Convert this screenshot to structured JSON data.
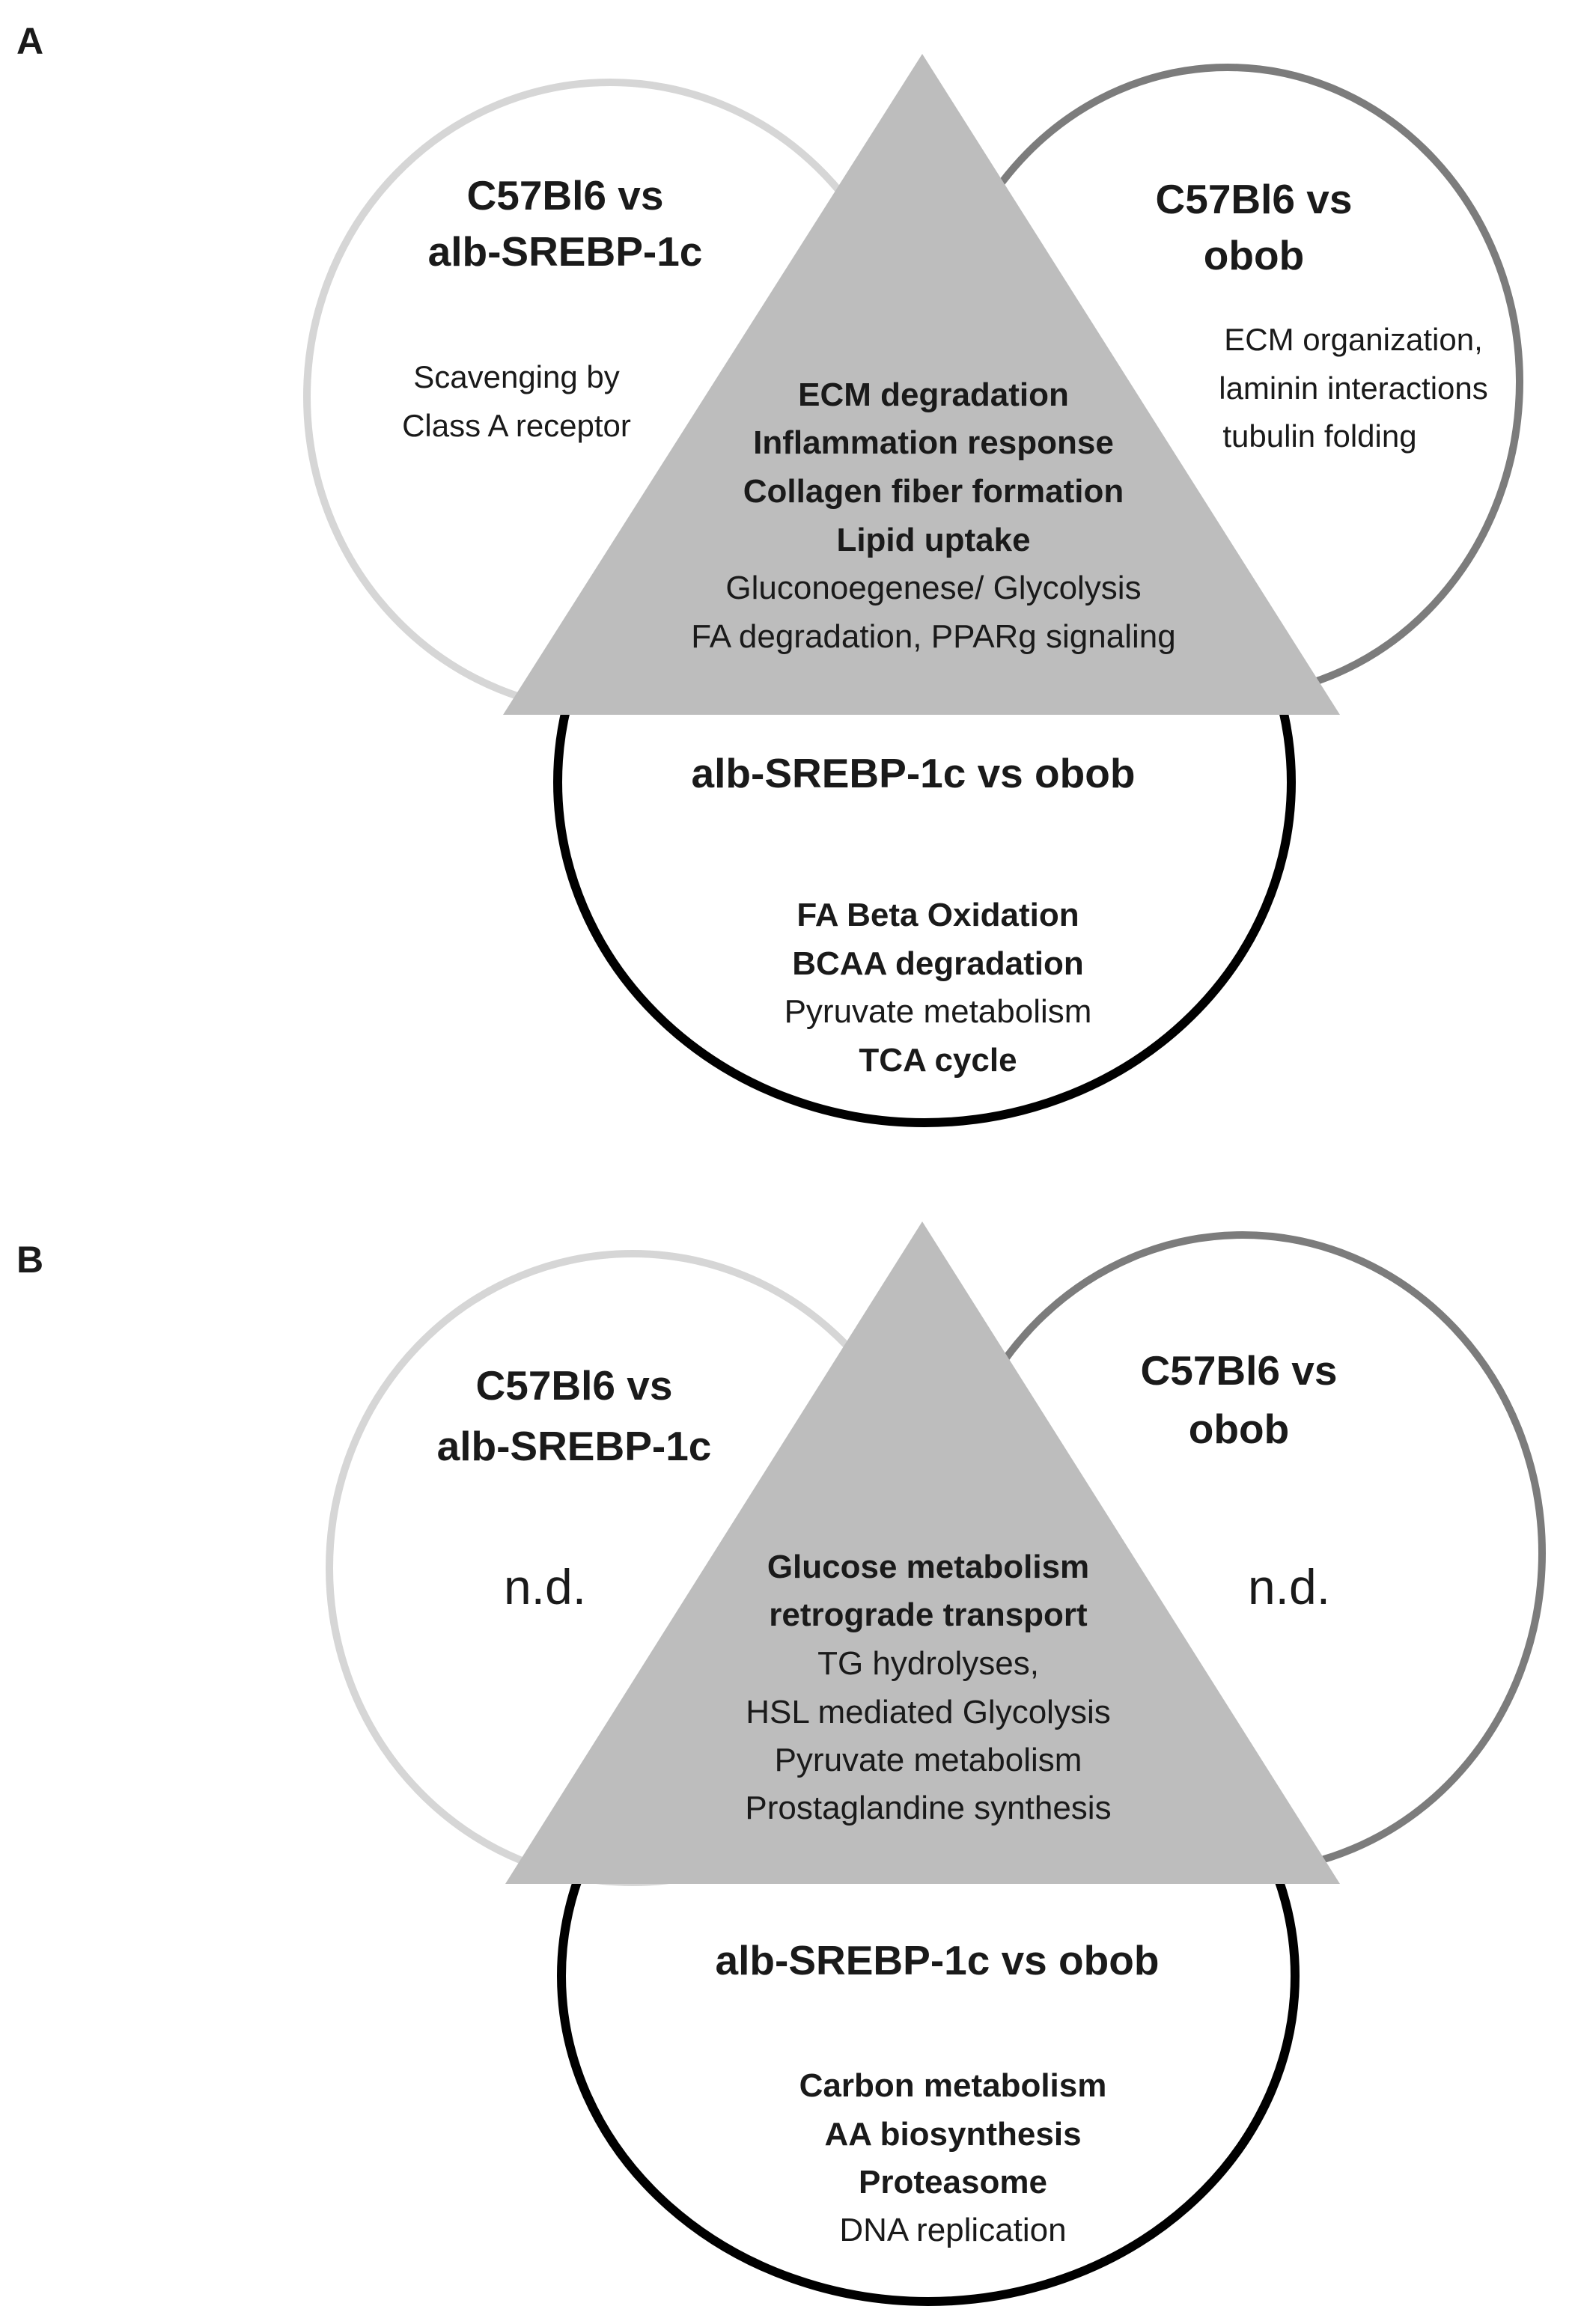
{
  "panels": [
    {
      "letter": "A",
      "left_circle": {
        "title": [
          "C57Bl6 vs",
          "alb-SREBP-1c"
        ],
        "items": [
          {
            "text": "Scavenging by",
            "bold": false
          },
          {
            "text": "Class A receptor",
            "bold": false
          }
        ]
      },
      "right_circle": {
        "title": [
          "C57Bl6 vs",
          "obob"
        ],
        "items": [
          {
            "text": "ECM organization,",
            "bold": false
          },
          {
            "text": "laminin interactions",
            "bold": false
          },
          {
            "text": "tubulin folding",
            "bold": false
          }
        ]
      },
      "bottom_circle": {
        "title": [
          "alb-SREBP-1c vs obob"
        ],
        "items": [
          {
            "text": "FA Beta Oxidation",
            "bold": true
          },
          {
            "text": "BCAA degradation",
            "bold": true
          },
          {
            "text": "Pyruvate metabolism",
            "bold": false
          },
          {
            "text": "TCA cycle",
            "bold": true
          }
        ]
      },
      "triangle": {
        "items": [
          {
            "text": "ECM degradation",
            "bold": true
          },
          {
            "text": "Inflammation response",
            "bold": true
          },
          {
            "text": "Collagen fiber formation",
            "bold": true
          },
          {
            "text": "Lipid uptake",
            "bold": true
          },
          {
            "text": "Gluconoegenese/ Glycolysis",
            "bold": false
          },
          {
            "text": "FA degradation, PPARg signaling",
            "bold": false
          }
        ]
      }
    },
    {
      "letter": "B",
      "left_circle": {
        "title": [
          "C57Bl6 vs",
          "alb-SREBP-1c"
        ],
        "items": [
          {
            "text": "n.d.",
            "bold": false
          }
        ]
      },
      "right_circle": {
        "title": [
          "C57Bl6 vs",
          "obob"
        ],
        "items": [
          {
            "text": "n.d.",
            "bold": false
          }
        ]
      },
      "bottom_circle": {
        "title": [
          "alb-SREBP-1c vs obob"
        ],
        "items": [
          {
            "text": "Carbon metabolism",
            "bold": true
          },
          {
            "text": "AA biosynthesis",
            "bold": true
          },
          {
            "text": "Proteasome",
            "bold": true
          },
          {
            "text": "DNA replication",
            "bold": false
          }
        ]
      },
      "triangle": {
        "items": [
          {
            "text": "Glucose metabolism",
            "bold": true
          },
          {
            "text": "retrograde transport",
            "bold": true
          },
          {
            "text": "TG hydrolyses,",
            "bold": false
          },
          {
            "text": "HSL mediated Glycolysis",
            "bold": false
          },
          {
            "text": "Pyruvate metabolism",
            "bold": false
          },
          {
            "text": "Prostaglandine synthesis",
            "bold": false
          }
        ]
      }
    }
  ]
}
